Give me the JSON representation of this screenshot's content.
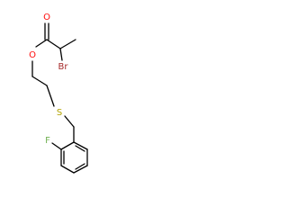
{
  "molecule": {
    "atoms": {
      "O_carbonyl": "O",
      "O_ester": "O",
      "Br": "Br",
      "S": "S",
      "F": "F"
    },
    "colors": {
      "bond": "#000000",
      "oxygen": "#ff0d0d",
      "bromine": "#a62929",
      "sulfur": "#b2a300",
      "fluorine": "#70b050"
    }
  }
}
